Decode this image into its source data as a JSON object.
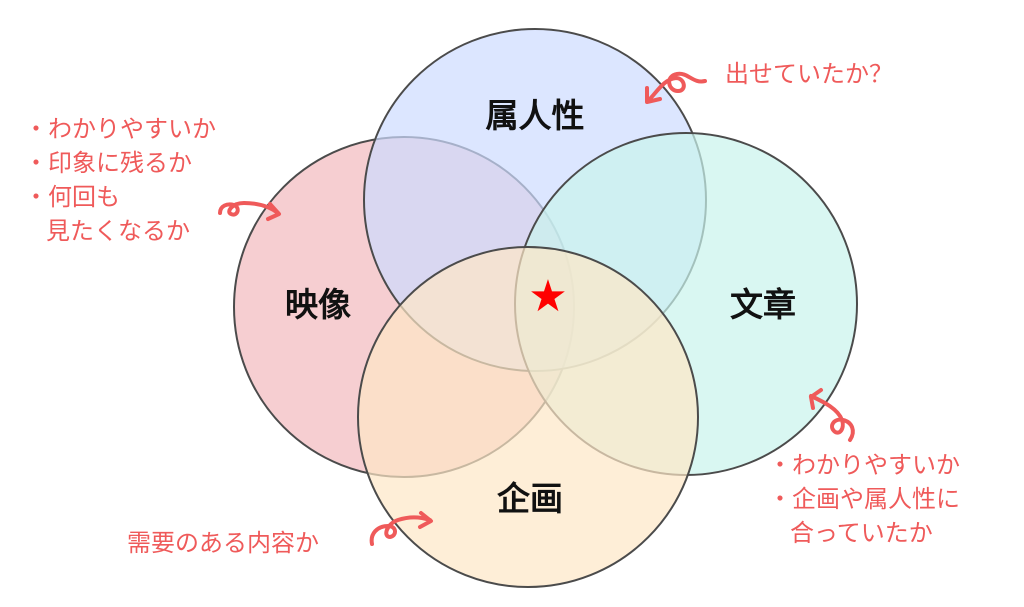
{
  "colors": {
    "annotation": "#ef5a5a",
    "circle_stroke": "#4b4b4b",
    "star": "#ff0000",
    "zokusei_fill": "#cddcff",
    "eizo_fill": "#f2b9be",
    "bunsho_fill": "#c9f4ec",
    "kikaku_fill": "#fde7c6"
  },
  "circles": {
    "zokusei": {
      "label": "属人性"
    },
    "eizo": {
      "label": "映像"
    },
    "bunsho": {
      "label": "文章"
    },
    "kikaku": {
      "label": "企画"
    }
  },
  "center_mark": {
    "symbol": "★",
    "icon": "star-icon"
  },
  "annotations": {
    "top_right": {
      "lines": [
        "出せていたか？"
      ],
      "icon": "curly-arrow-icon"
    },
    "left": {
      "lines": [
        "・わかりやすいか",
        "・印象に残るか",
        "・何回も",
        "見たくなるか"
      ],
      "icon": "curly-arrow-icon"
    },
    "bottom_right": {
      "lines": [
        "・わかりやすいか",
        "・企画や属人性に",
        "合っていたか"
      ],
      "icon": "curly-arrow-icon"
    },
    "bottom_left": {
      "lines": [
        "需要のある内容か"
      ],
      "icon": "curly-arrow-icon"
    }
  }
}
